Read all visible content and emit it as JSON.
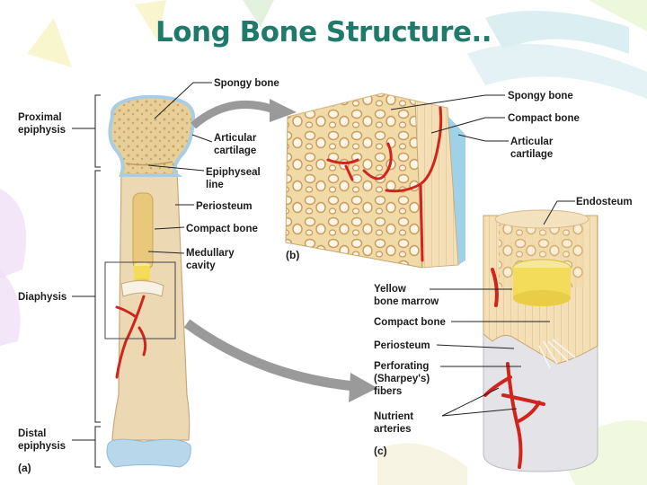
{
  "title": "Long Bone Structure..",
  "colors": {
    "title": "#1f7a6a",
    "bone": "#ecd9b3",
    "spongy": "#e6c98f",
    "artery": "#d0241c",
    "cartilage": "#aacde4",
    "marrow": "#f2dc5a"
  },
  "panels": {
    "a": "(a)",
    "b": "(b)",
    "c": "(c)"
  },
  "labels_a": {
    "proximal_epiphysis": [
      "Proximal",
      "epiphysis"
    ],
    "diaphysis": "Diaphysis",
    "distal_epiphysis": [
      "Distal",
      "epiphysis"
    ],
    "spongy_bone": "Spongy bone",
    "articular_cartilage": [
      "Articular",
      "cartilage"
    ],
    "epiphyseal_line": [
      "Epiphyseal",
      "line"
    ],
    "periosteum": "Periosteum",
    "compact_bone": "Compact bone",
    "medullary_cavity": [
      "Medullary",
      "cavity"
    ]
  },
  "labels_b": {
    "spongy_bone": "Spongy bone",
    "compact_bone": "Compact bone",
    "articular_cartilage": [
      "Articular",
      "cartilage"
    ]
  },
  "labels_c": {
    "endosteum": "Endosteum",
    "yellow_marrow": [
      "Yellow",
      "bone marrow"
    ],
    "compact_bone": "Compact bone",
    "periosteum": "Periosteum",
    "perforating": [
      "Perforating",
      "(Sharpey's)",
      "fibers"
    ],
    "nutrient": [
      "Nutrient",
      "arteries"
    ]
  }
}
